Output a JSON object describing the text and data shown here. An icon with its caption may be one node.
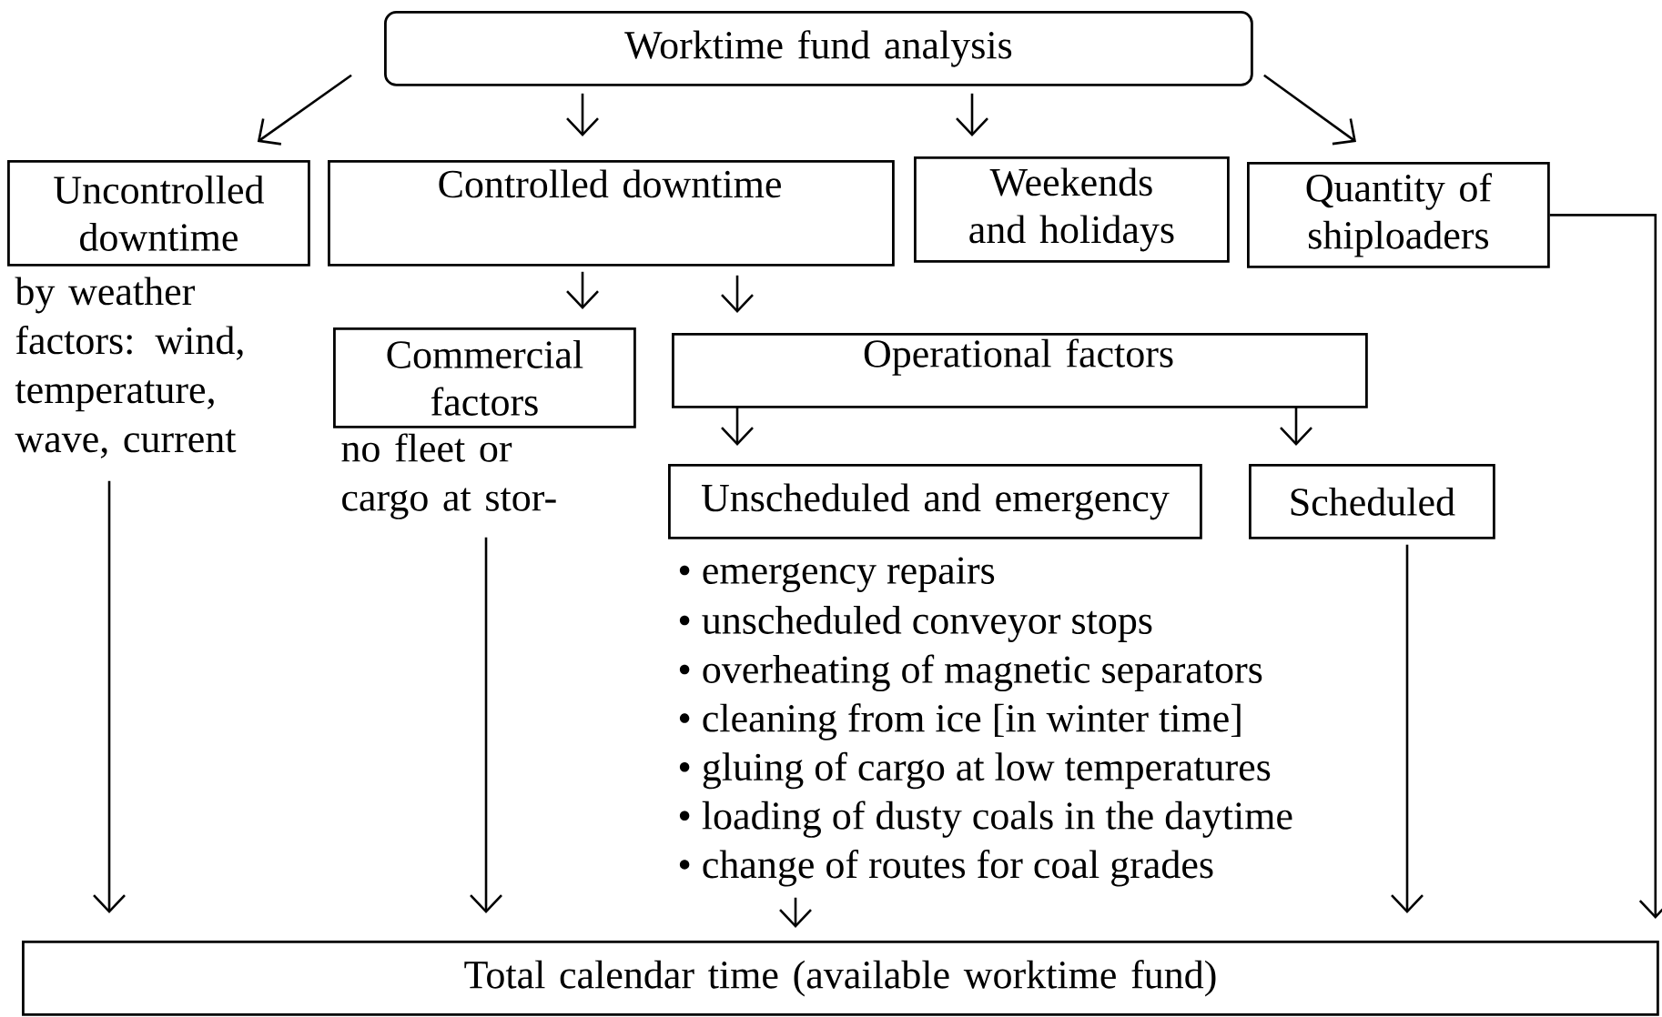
{
  "diagram": {
    "nodes": [
      {
        "text": [
          "Worktime fund analysis"
        ]
      },
      {
        "text": [
          "Uncontrolled downtime"
        ],
        "beside": [
          "by weather factors: wind, temperature, wave, current"
        ]
      },
      {
        "text": [
          "Controlled downtime"
        ]
      },
      {
        "text": [
          "Weekends and holidays"
        ]
      },
      {
        "text": [
          "Quantity of shiploaders"
        ]
      },
      {
        "text": [
          "Commercial factors"
        ],
        "beside": [
          "no fleet or cargo at stor-"
        ]
      },
      {
        "text": [
          "Operational factors"
        ]
      },
      {
        "text": [
          "Unscheduled and emergency"
        ],
        "beside": [
          "• emergency repairs",
          "• unscheduled conveyor stops",
          "• overheating of magnetic separators",
          "• cleaning from ice [in winter time]",
          "• gluing of cargo at low temperatures",
          "• loading of dusty coals in the daytime",
          "• change of routes for coal grades"
        ]
      },
      {
        "text": [
          "Scheduled"
        ]
      },
      {
        "text": [
          "Total calendar time (available worktime fund)"
        ]
      }
    ],
    "edges": [
      {
        "from": 0,
        "to": 1,
        "arrow": "to"
      },
      {
        "from": 0,
        "to": 2,
        "arrow": "to"
      },
      {
        "from": 0,
        "to": 3,
        "arrow": "to"
      },
      {
        "from": 0,
        "to": 4,
        "arrow": "to"
      },
      {
        "from": 2,
        "to": 5,
        "arrow": "to"
      },
      {
        "from": 2,
        "to": 6,
        "arrow": "to"
      },
      {
        "from": 6,
        "to": 7,
        "arrow": "to"
      },
      {
        "from": 6,
        "to": 8,
        "arrow": "to"
      },
      {
        "from": 1,
        "to": 9,
        "arrow": "to"
      },
      {
        "from": 5,
        "to": 9,
        "arrow": "to"
      },
      {
        "from": 7,
        "to": 9,
        "arrow": "to"
      },
      {
        "from": 8,
        "to": 9,
        "arrow": "to"
      },
      {
        "from": 4,
        "to": 9,
        "arrow": "to"
      }
    ]
  }
}
